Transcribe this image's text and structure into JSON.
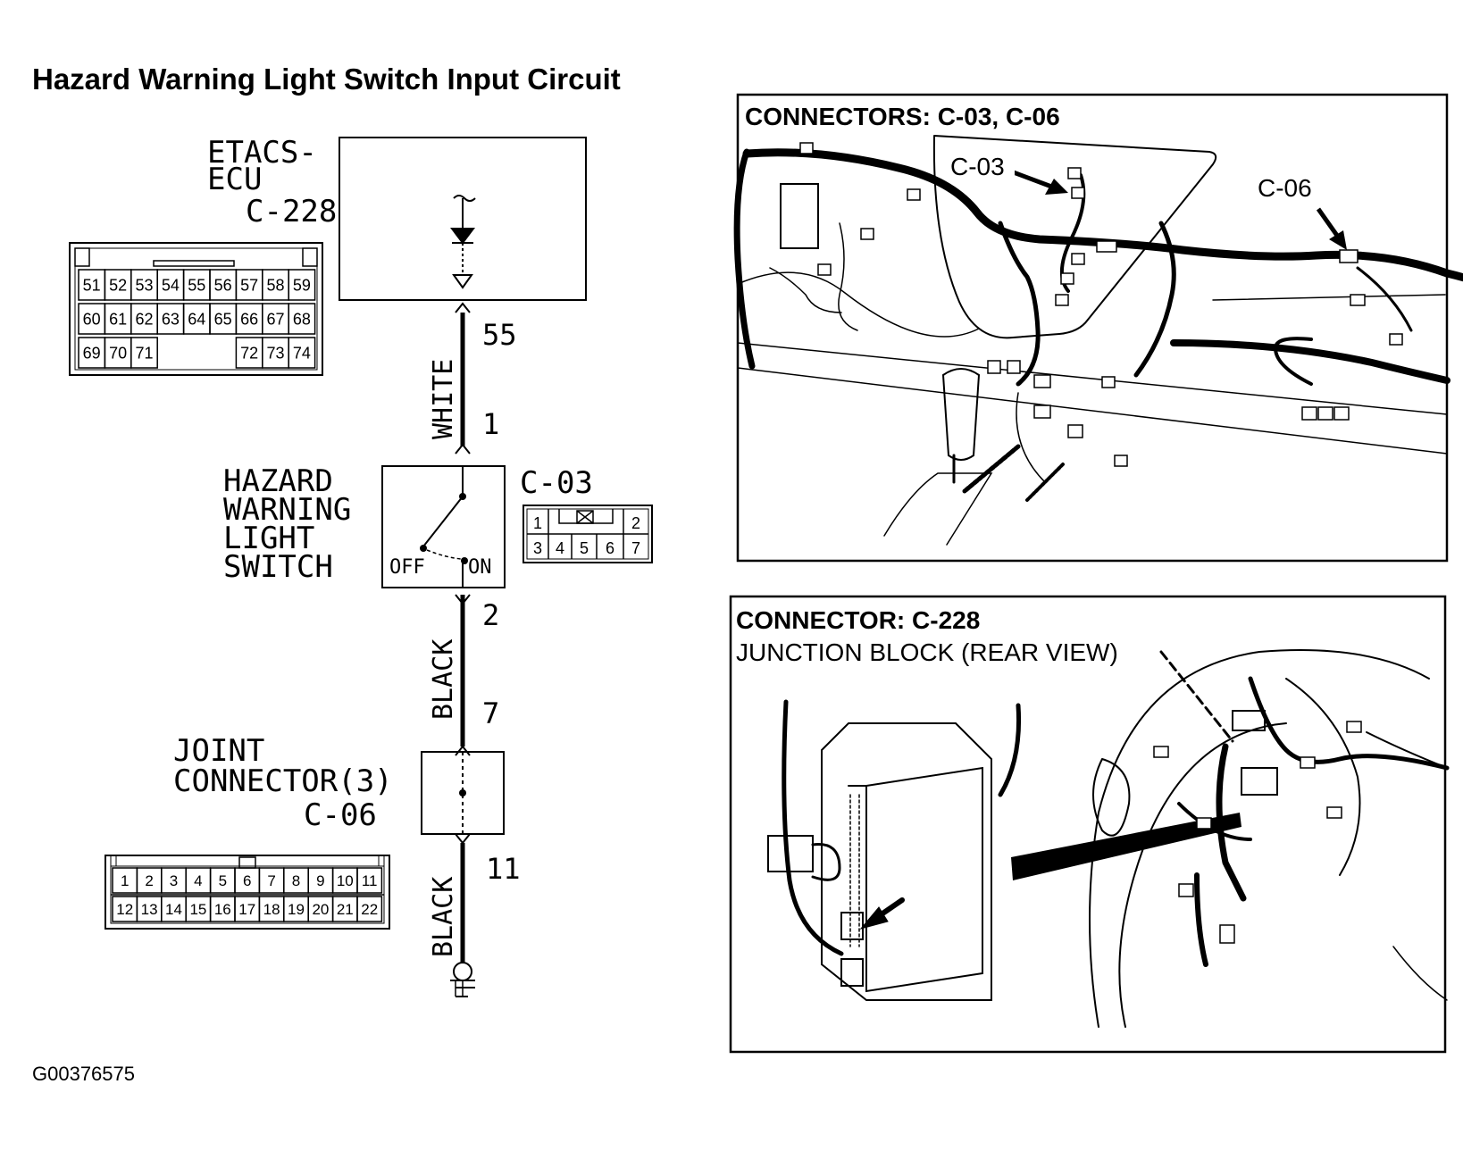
{
  "title": "Hazard Warning Light Switch Input Circuit",
  "diagram_id": "G00376575",
  "ecu": {
    "name_line1": "ETACS-",
    "name_line2": "ECU",
    "connector": "C-228",
    "pins_row1": [
      "51",
      "52",
      "53",
      "54",
      "55",
      "56",
      "57",
      "58",
      "59"
    ],
    "pins_row2": [
      "60",
      "61",
      "62",
      "63",
      "64",
      "65",
      "66",
      "67",
      "68"
    ],
    "pins_row3_left": [
      "69",
      "70",
      "71"
    ],
    "pins_row3_right": [
      "72",
      "73",
      "74"
    ]
  },
  "wire1": {
    "color": "WHITE",
    "top_pin": "55",
    "bottom_pin": "1"
  },
  "switch": {
    "name_line1": "HAZARD",
    "name_line2": "WARNING",
    "name_line3": "LIGHT",
    "name_line4": "SWITCH",
    "connector": "C-03",
    "off_label": "OFF",
    "on_label": "ON",
    "pins_top": [
      "1",
      "2"
    ],
    "pins_bottom": [
      "3",
      "4",
      "5",
      "6",
      "7"
    ]
  },
  "wire2": {
    "color": "BLACK",
    "top_pin": "2",
    "bottom_pin": "7"
  },
  "joint": {
    "name_line1": "JOINT",
    "name_line2": "CONNECTOR(3)",
    "connector": "C-06",
    "pins_row1": [
      "1",
      "2",
      "3",
      "4",
      "5",
      "6",
      "7",
      "8",
      "9",
      "10",
      "11"
    ],
    "pins_row2": [
      "12",
      "13",
      "14",
      "15",
      "16",
      "17",
      "18",
      "19",
      "20",
      "21",
      "22"
    ]
  },
  "wire3": {
    "color": "BLACK",
    "top_pin": "11"
  },
  "panel_top": {
    "heading": "CONNECTORS: C-03, C-06",
    "callout_c03": "C-03",
    "callout_c06": "C-06"
  },
  "panel_bottom": {
    "heading": "CONNECTOR: C-228",
    "subheading": "JUNCTION BLOCK (REAR VIEW)"
  }
}
